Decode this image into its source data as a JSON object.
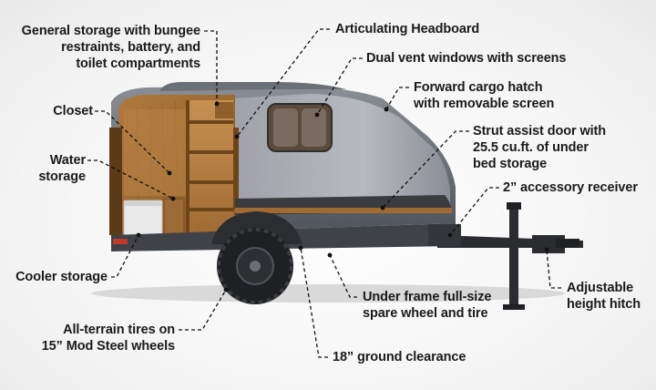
{
  "callouts": {
    "general_storage": "General storage with bungee\nrestraints, battery, and\ntoilet compartments",
    "articulating_headboard": "Articulating Headboard",
    "dual_vent_windows": "Dual vent windows with screens",
    "forward_cargo_hatch": "Forward cargo hatch\nwith removable screen",
    "strut_assist_door": "Strut assist door with\n25.5 cu.ft. of under\nbed storage",
    "accessory_receiver": "2” accessory receiver",
    "closet": "Closet",
    "water_storage": "Water\nstorage",
    "cooler_storage": "Cooler storage",
    "adjustable_hitch": "Adjustable\nheight hitch",
    "under_frame_spare": "Under frame full-size\nspare wheel and tire",
    "all_terrain_tires": "All-terrain tires on\n15” Mod Steel wheels",
    "ground_clearance": "18” ground clearance"
  }
}
